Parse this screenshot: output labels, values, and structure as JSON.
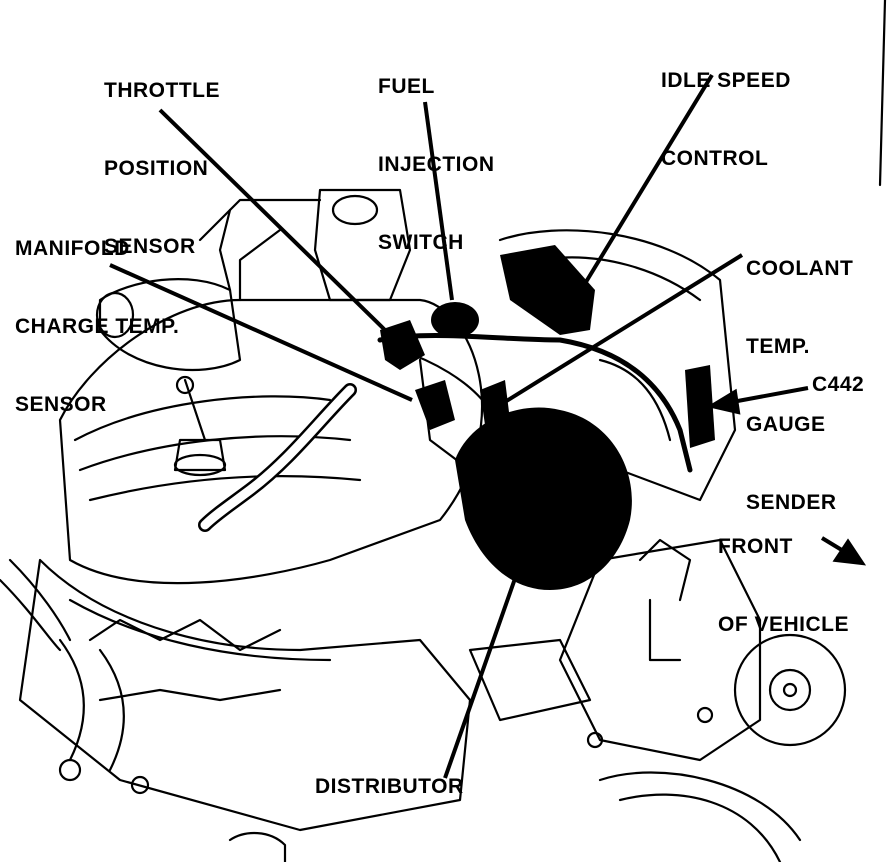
{
  "labels": {
    "throttle": [
      "THROTTLE",
      "POSITION",
      "SENSOR"
    ],
    "fuel": [
      "FUEL",
      "INJECTION",
      "SWITCH"
    ],
    "idle": [
      "IDLE SPEED",
      "CONTROL"
    ],
    "manifold": [
      "MANIFOLD",
      "CHARGE TEMP.",
      "SENSOR"
    ],
    "coolant": [
      "COOLANT",
      "TEMP.",
      "GAUGE",
      "SENDER"
    ],
    "c442": "C442",
    "front": [
      "FRONT",
      "OF VEHICLE"
    ],
    "distributor": "DISTRIBUTOR"
  },
  "colors": {
    "ink": "#000000",
    "paper": "#ffffff"
  }
}
